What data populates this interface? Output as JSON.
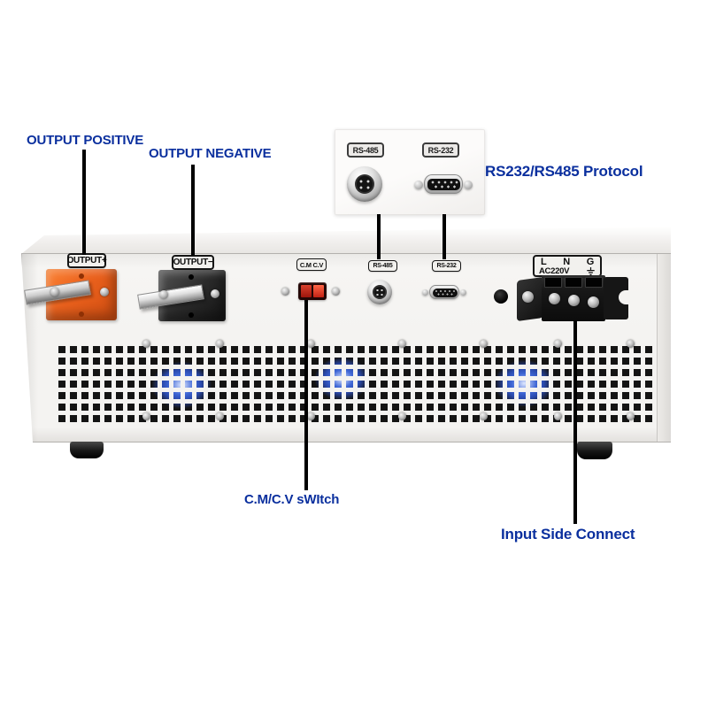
{
  "callouts": {
    "output_positive": "OUTPUT POSITIVE",
    "output_negative": "OUTPUT NEGATIVE",
    "protocol": "RS232/RS485 Protocol",
    "cv_switch": "C.M/C.V sWItch",
    "input_side": "Input Side Connect"
  },
  "inset_panel": {
    "rs485_sticker": "RS-485",
    "rs232_sticker": "RS-232"
  },
  "rear_panel": {
    "output_pos_sticker": "OUTPUT+",
    "output_neg_sticker": "OUTPUT−",
    "cm_cv_sticker": "C.M C.V",
    "rs485_sticker": "RS-485",
    "rs232_sticker": "RS-232",
    "ac_label": {
      "l": "L",
      "n": "N",
      "g": "G",
      "voltage": "AC220V"
    }
  },
  "colors": {
    "annotation_text": "#0a2f9e",
    "leader_line": "#000000",
    "chassis": "#f4f3f1",
    "positive_connector": "#ea611d",
    "negative_connector": "#2b2b2b",
    "switch_red": "#9e150c",
    "fan_blue": "#3f67d6"
  }
}
